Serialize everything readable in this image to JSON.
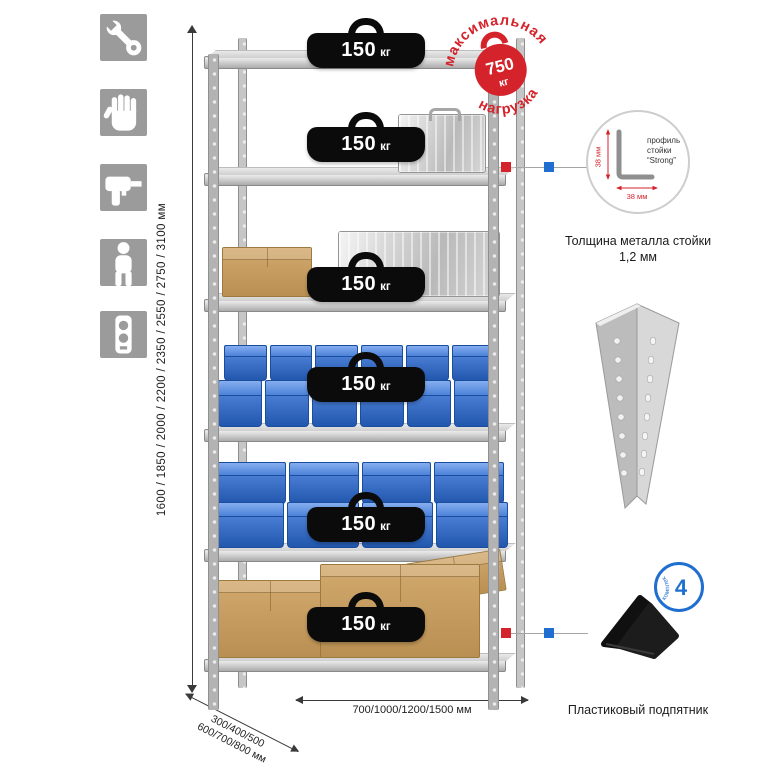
{
  "colors": {
    "accent_red": "#d4232b",
    "accent_blue": "#1f6fd0",
    "tile_gray": "#9b9b9b"
  },
  "sidebar": {
    "icons": [
      {
        "name": "wrench-icon"
      },
      {
        "name": "glove-icon"
      },
      {
        "name": "drill-icon"
      },
      {
        "name": "person-icon"
      },
      {
        "name": "level-icon"
      }
    ]
  },
  "rack": {
    "load_value": "150",
    "load_unit": "кг"
  },
  "stamp": {
    "arc_top": "максимальная",
    "arc_bottom": "нагрузка",
    "value": "750",
    "unit": "кг"
  },
  "dimensions": {
    "height": "1600 / 1850 / 2000 / 2200 / 2350 / 2550 / 2750 / 3100 мм",
    "depth_line1": "300/400/500",
    "depth_line2": "600/700/800 мм",
    "width": "700/1000/1200/1500 мм"
  },
  "profile_callout": {
    "label_line1": "профиль",
    "label_line2": "стойки",
    "label_line3": "“Strong”",
    "dim_vertical": "38 мм",
    "dim_horizontal": "38 мм",
    "caption": "Толщина металла стойки 1,2 мм"
  },
  "foot_callout": {
    "badge_value": "4",
    "badge_text": "в комплекте",
    "caption": "Пластиковый подпятник"
  }
}
